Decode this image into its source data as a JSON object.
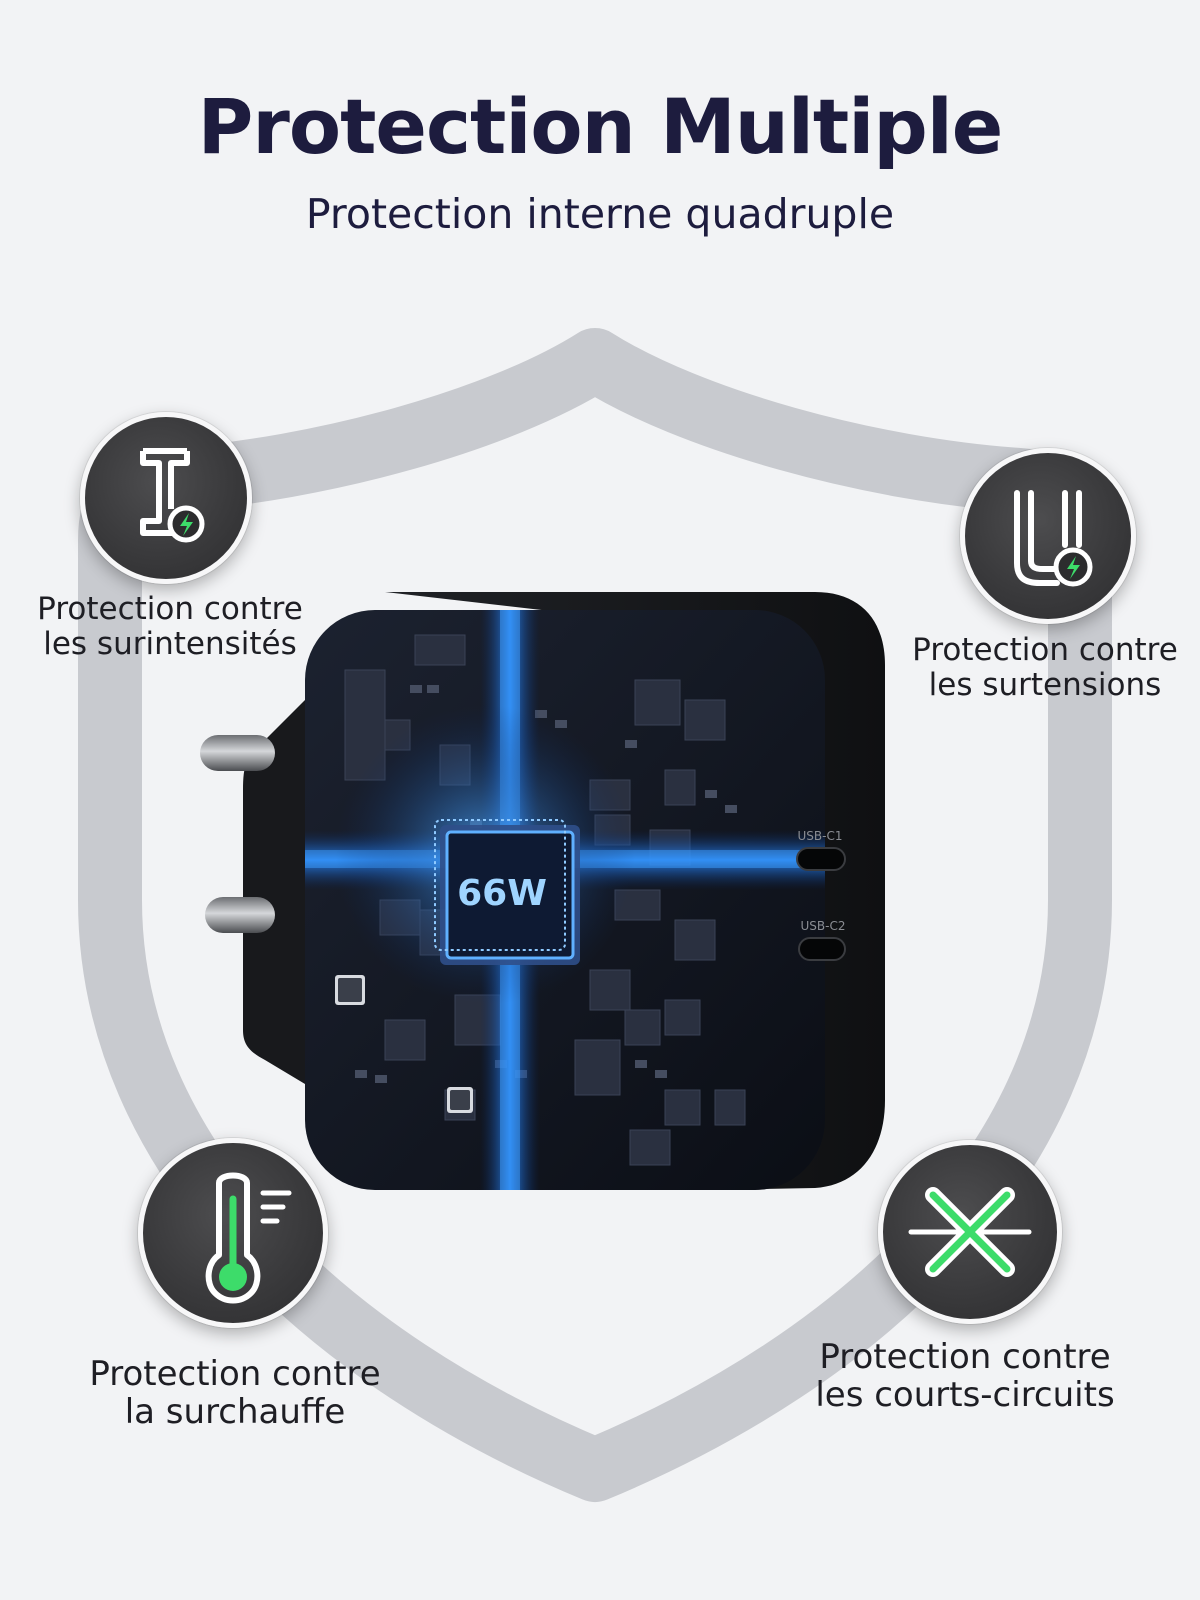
{
  "title": "Protection Multiple",
  "subtitle": "Protection interne quadruple",
  "features": [
    {
      "icon": "current-protection-icon",
      "line1": "Protection contre",
      "line2": "les surintensités"
    },
    {
      "icon": "voltage-protection-icon",
      "line1": "Protection contre",
      "line2": "les surtensions"
    },
    {
      "icon": "thermometer-icon",
      "line1": "Protection contre",
      "line2": "la surchauffe"
    },
    {
      "icon": "short-circuit-icon",
      "line1": "Protection contre",
      "line2": "les courts-circuits"
    }
  ],
  "charger": {
    "power_label": "66W",
    "port1_label": "USB-C1",
    "port2_label": "USB-C2"
  },
  "colors": {
    "title": "#1d1c3e",
    "accent_green": "#3ddc6a",
    "shield": "#c9cbd0",
    "badge": "#3a3a3c",
    "circuit_blue": "#1e7bff"
  }
}
